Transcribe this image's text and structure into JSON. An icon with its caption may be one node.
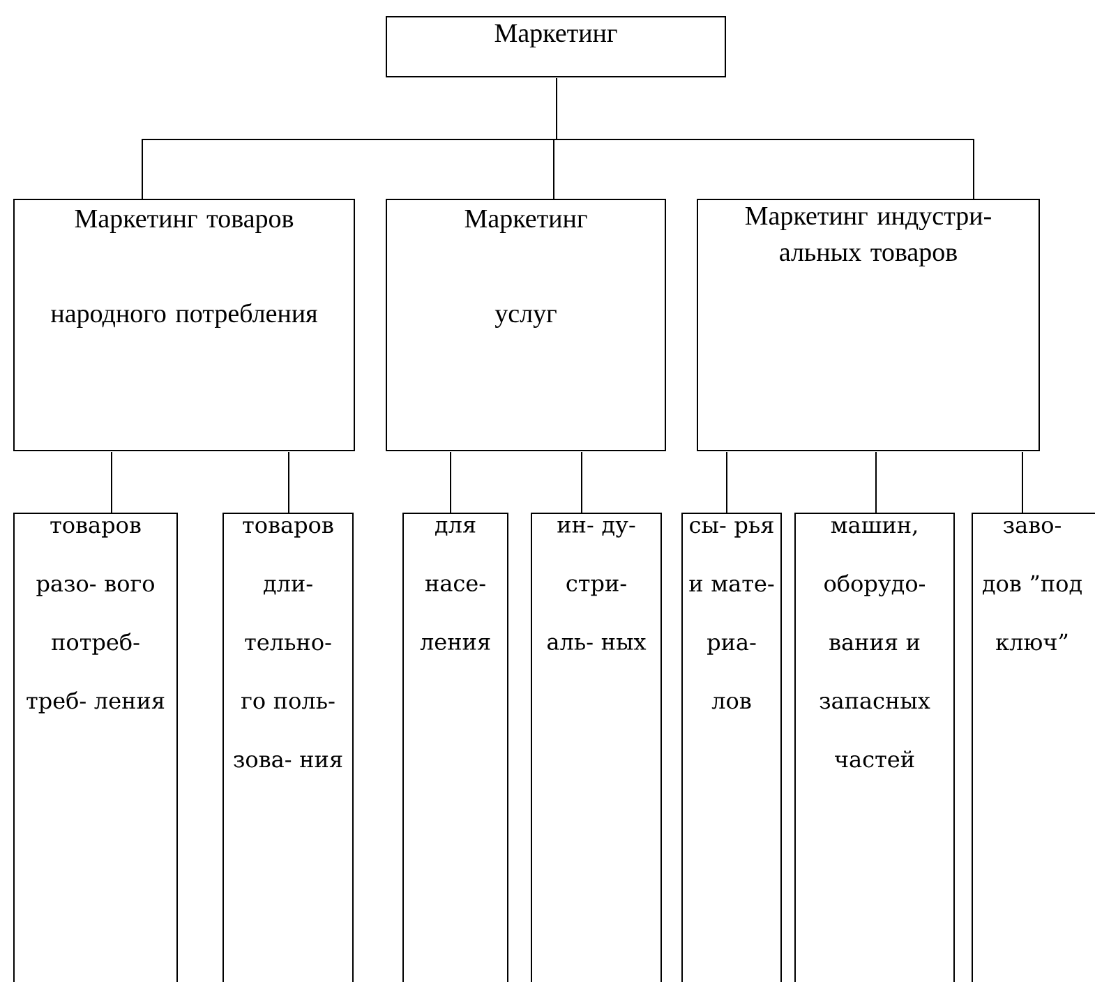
{
  "diagram": {
    "nodes": [
      {
        "text": [
          "Маркетинг"
        ]
      },
      {
        "text": [
          "Маркетинг товаров народного потребления"
        ]
      },
      {
        "text": [
          "Маркетинг услуг"
        ]
      },
      {
        "text": [
          "Маркетинг индустри- альных товаров"
        ]
      },
      {
        "text": [
          "товаров разо- вого потреб- треб- ления"
        ]
      },
      {
        "text": [
          "товаров дли- тельно- го поль- зова- ния"
        ]
      },
      {
        "text": [
          "для насе- ления"
        ]
      },
      {
        "text": [
          "ин- ду- стри- аль- ных"
        ]
      },
      {
        "text": [
          "сы- рья и мате- риа- лов"
        ]
      },
      {
        "text": [
          "машин, оборудо- вания и запасных частей"
        ]
      },
      {
        "text": [
          "заво- дов ”под ключ”"
        ]
      }
    ],
    "edges": [
      {
        "from": 0,
        "to": 1,
        "arrow": "none"
      },
      {
        "from": 0,
        "to": 2,
        "arrow": "none"
      },
      {
        "from": 0,
        "to": 3,
        "arrow": "none"
      },
      {
        "from": 1,
        "to": 4,
        "arrow": "none"
      },
      {
        "from": 1,
        "to": 5,
        "arrow": "none"
      },
      {
        "from": 2,
        "to": 6,
        "arrow": "none"
      },
      {
        "from": 2,
        "to": 7,
        "arrow": "none"
      },
      {
        "from": 3,
        "to": 8,
        "arrow": "none"
      },
      {
        "from": 3,
        "to": 9,
        "arrow": "none"
      },
      {
        "from": 3,
        "to": 10,
        "arrow": "none"
      }
    ]
  }
}
